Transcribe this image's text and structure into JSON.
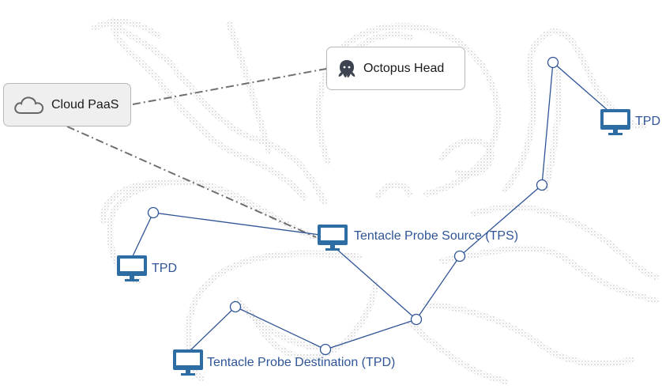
{
  "callouts": {
    "cloud": {
      "label": "Cloud PaaS",
      "icon": "cloud-icon"
    },
    "head": {
      "label": "Octopus Head",
      "icon": "octopus-icon"
    }
  },
  "devices": {
    "tps": {
      "label": "Tentacle Probe Source (TPS)",
      "icon": "monitor-icon"
    },
    "tpd_main": {
      "label": "Tentacle Probe Destination (TPD)",
      "icon": "monitor-icon"
    },
    "tpd_left": {
      "label": "TPD",
      "icon": "monitor-icon"
    },
    "tpd_right": {
      "label": "TPD",
      "icon": "monitor-icon"
    }
  },
  "colors": {
    "link": "#2f5597",
    "device": "#2e6da4",
    "dash": "#6f6f6f",
    "sketch": "#b9b9b9",
    "callout_border": "#b8b8b8"
  }
}
